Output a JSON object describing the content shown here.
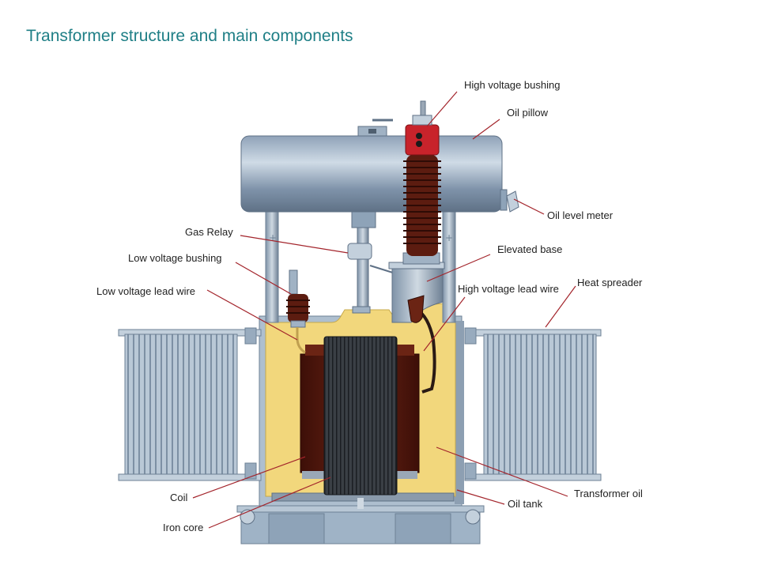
{
  "title": "Transformer structure and main components",
  "labels": {
    "high_voltage_bushing": "High voltage bushing",
    "oil_pillow": "Oil pillow",
    "oil_level_meter": "Oil level meter",
    "gas_relay": "Gas Relay",
    "elevated_base": "Elevated base",
    "low_voltage_bushing": "Low voltage bushing",
    "low_voltage_lead_wire": "Low voltage lead wire",
    "high_voltage_lead_wire": "High voltage lead wire",
    "heat_spreader": "Heat spreader",
    "transformer_oil": "Transformer oil",
    "coil": "Coil",
    "oil_tank": "Oil tank",
    "iron_core": "Iron core"
  },
  "colors": {
    "title": "#1f7f86",
    "leader_line": "#a3242b",
    "oil": "#f2d77c",
    "coil": "#5a1a0f",
    "core": "#2f3338",
    "steel": "#8fa6bd",
    "bushing": "#5c1c10",
    "bushing_cap": "#c8232b"
  }
}
